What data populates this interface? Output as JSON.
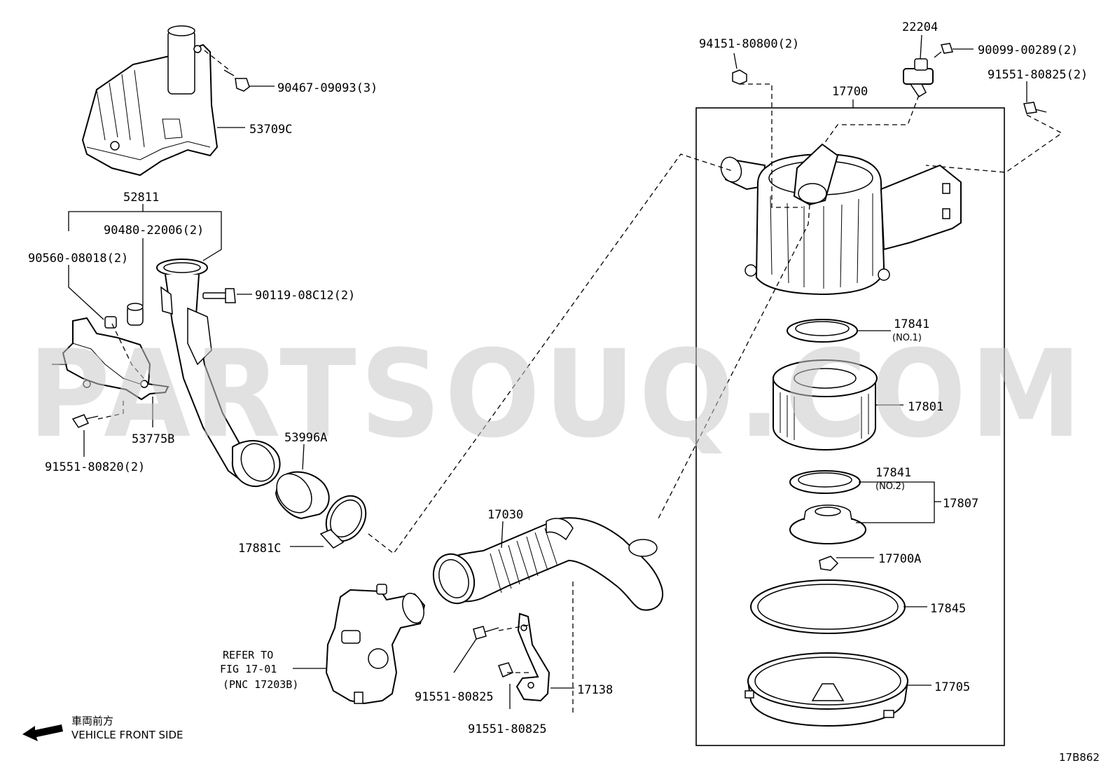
{
  "watermark": "PARTSOUQ.COM",
  "figure_code": "17B862",
  "front_side": {
    "jp": "車両前方",
    "en": "VEHICLE FRONT SIDE"
  },
  "labels": {
    "p90467": "90467-09093(3)",
    "p53709C": "53709C",
    "p52811": "52811",
    "p90480": "90480-22006(2)",
    "p90560": "90560-08018(2)",
    "p90119": "90119-08C12(2)",
    "p53775B": "53775B",
    "p91551_80820": "91551-80820(2)",
    "p53996A": "53996A",
    "p17881C": "17881C",
    "p17030": "17030",
    "refer_line1": "REFER TO",
    "refer_line2": "FIG 17-01",
    "refer_line3": "(PNC 17203B)",
    "p91551_a": "91551-80825",
    "p91551_b": "91551-80825",
    "p17138": "17138",
    "p94151": "94151-80800(2)",
    "p22204": "22204",
    "p90099": "90099-00289(2)",
    "p91551_80825_2": "91551-80825(2)",
    "p17700": "17700",
    "p17841_a": "17841",
    "p17841_a_note": "(NO.1)",
    "p17801": "17801",
    "p17841_b": "17841",
    "p17841_b_note": "(NO.2)",
    "p17807": "17807",
    "p17700A": "17700A",
    "p17845": "17845",
    "p17705": "17705"
  }
}
